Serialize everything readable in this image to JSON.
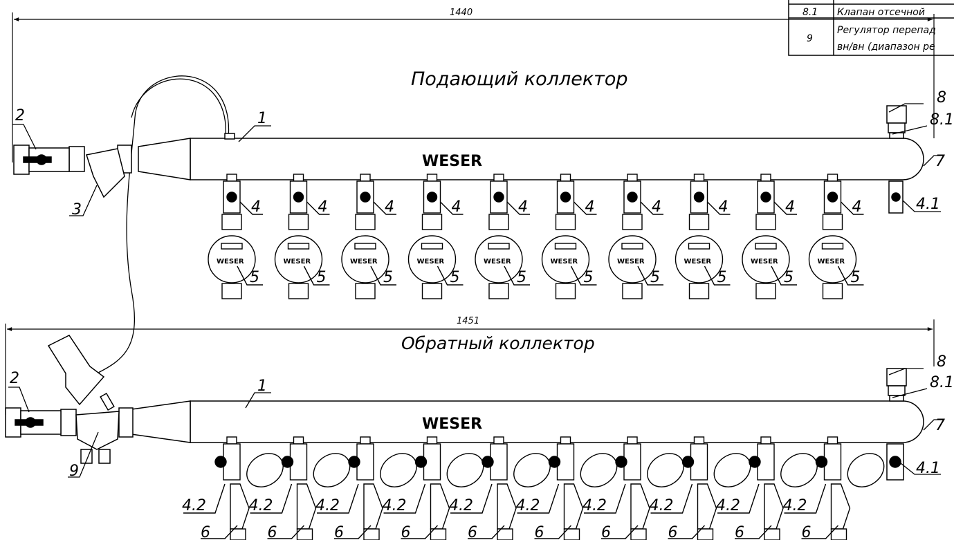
{
  "table": {
    "rows": [
      {
        "num": "8.1",
        "desc": "Клапан отсечной"
      },
      {
        "num": "9",
        "desc": "Регулятор перепад",
        "desc2": "вн/вн (диапазон ре"
      }
    ]
  },
  "supply": {
    "title": "Подающий коллектор",
    "dimension": "1440",
    "brand": "WESER",
    "valve_label": "4",
    "end_valve_label": "4.1",
    "meter_label": "5",
    "meter_count": 10
  },
  "return": {
    "title": "Обратный коллектор",
    "dimension": "1451",
    "brand": "WESER",
    "valve_label": "4.2",
    "end_valve_label": "4.1",
    "balance_label": "6",
    "outlet_count": 10
  },
  "labels": {
    "manifold": "1",
    "ball_valve": "2",
    "filter": "3",
    "end_cap": "7",
    "air_vent": "8",
    "shutoff": "8.1",
    "regulator": "9"
  },
  "meter_brand": "WESER"
}
